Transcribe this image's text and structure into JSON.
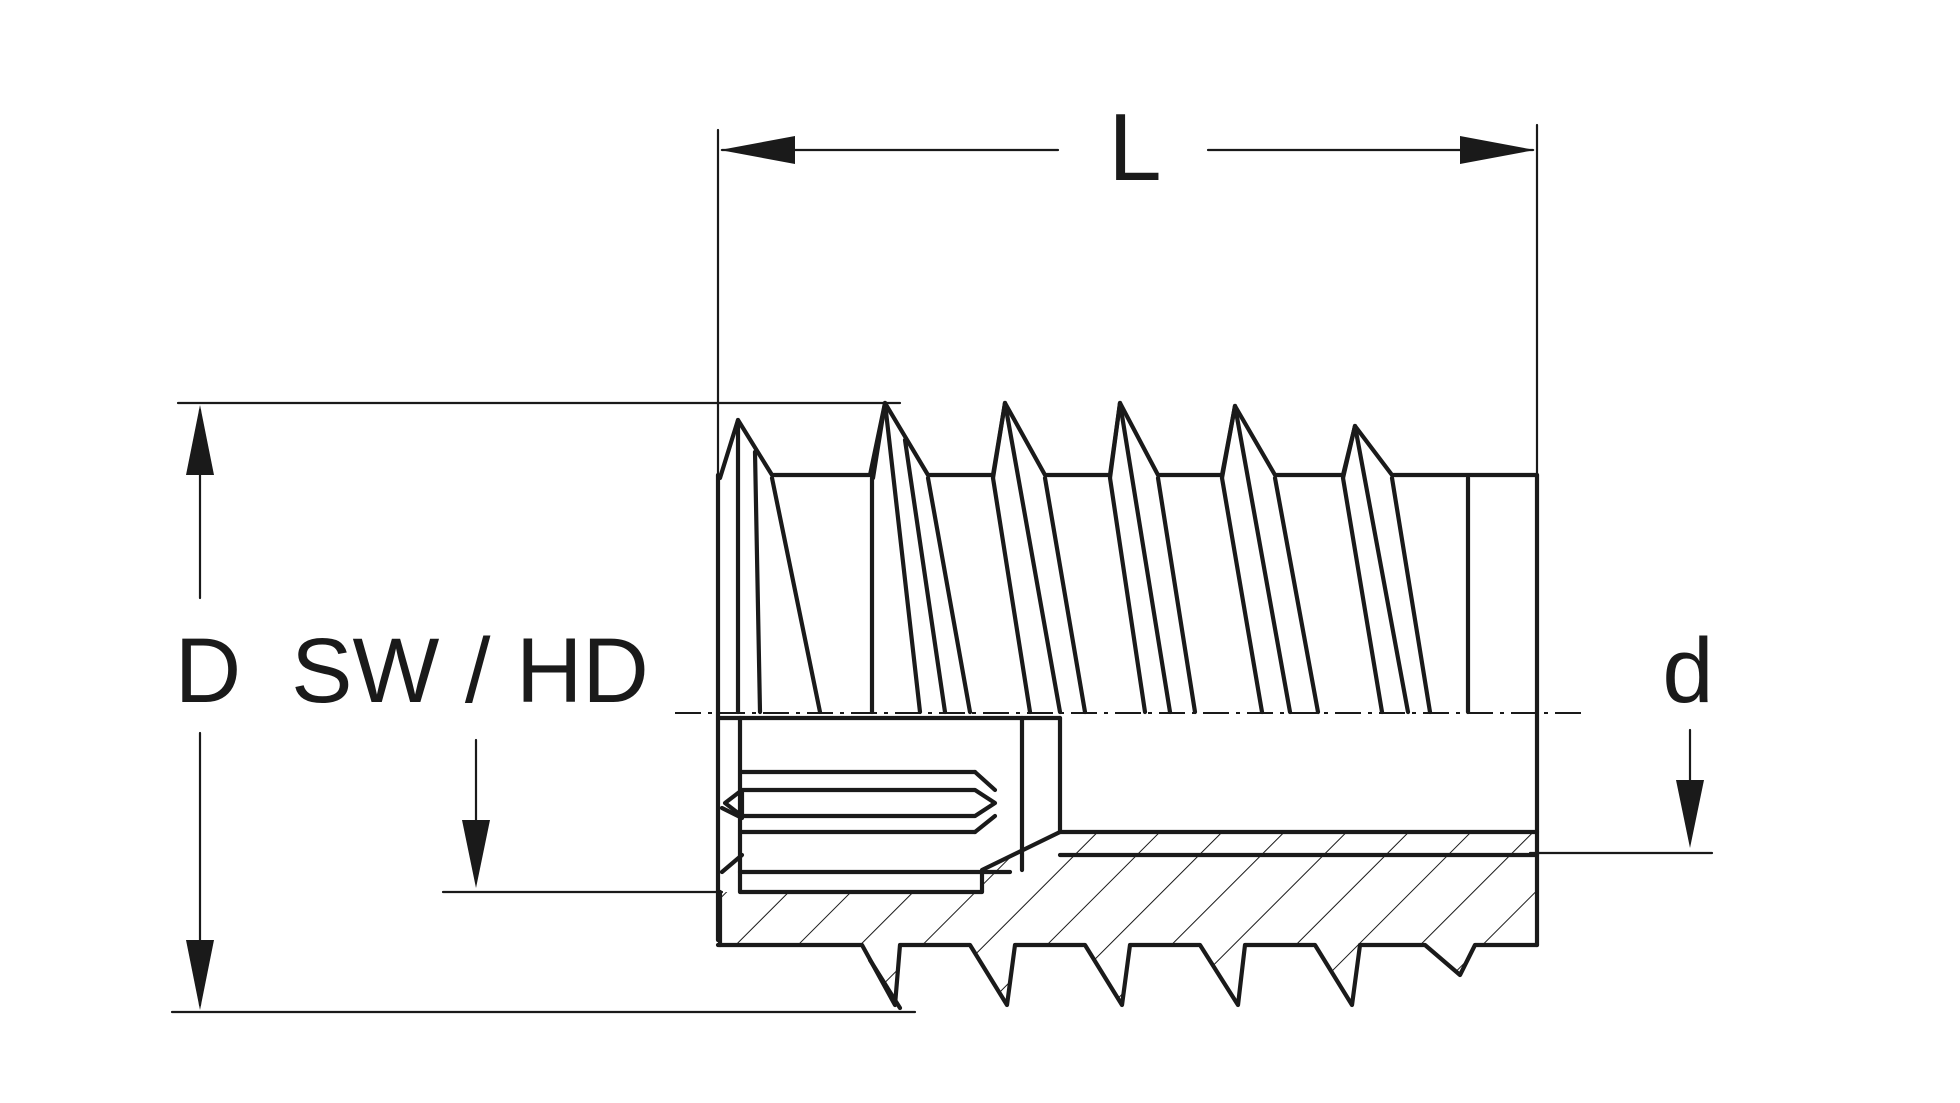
{
  "labels": {
    "length": "L",
    "outer_diameter": "D",
    "drive_size": "SW / HD",
    "inner_thread": "d"
  },
  "colors": {
    "line": "#1a1a1a",
    "background": "#ffffff"
  }
}
